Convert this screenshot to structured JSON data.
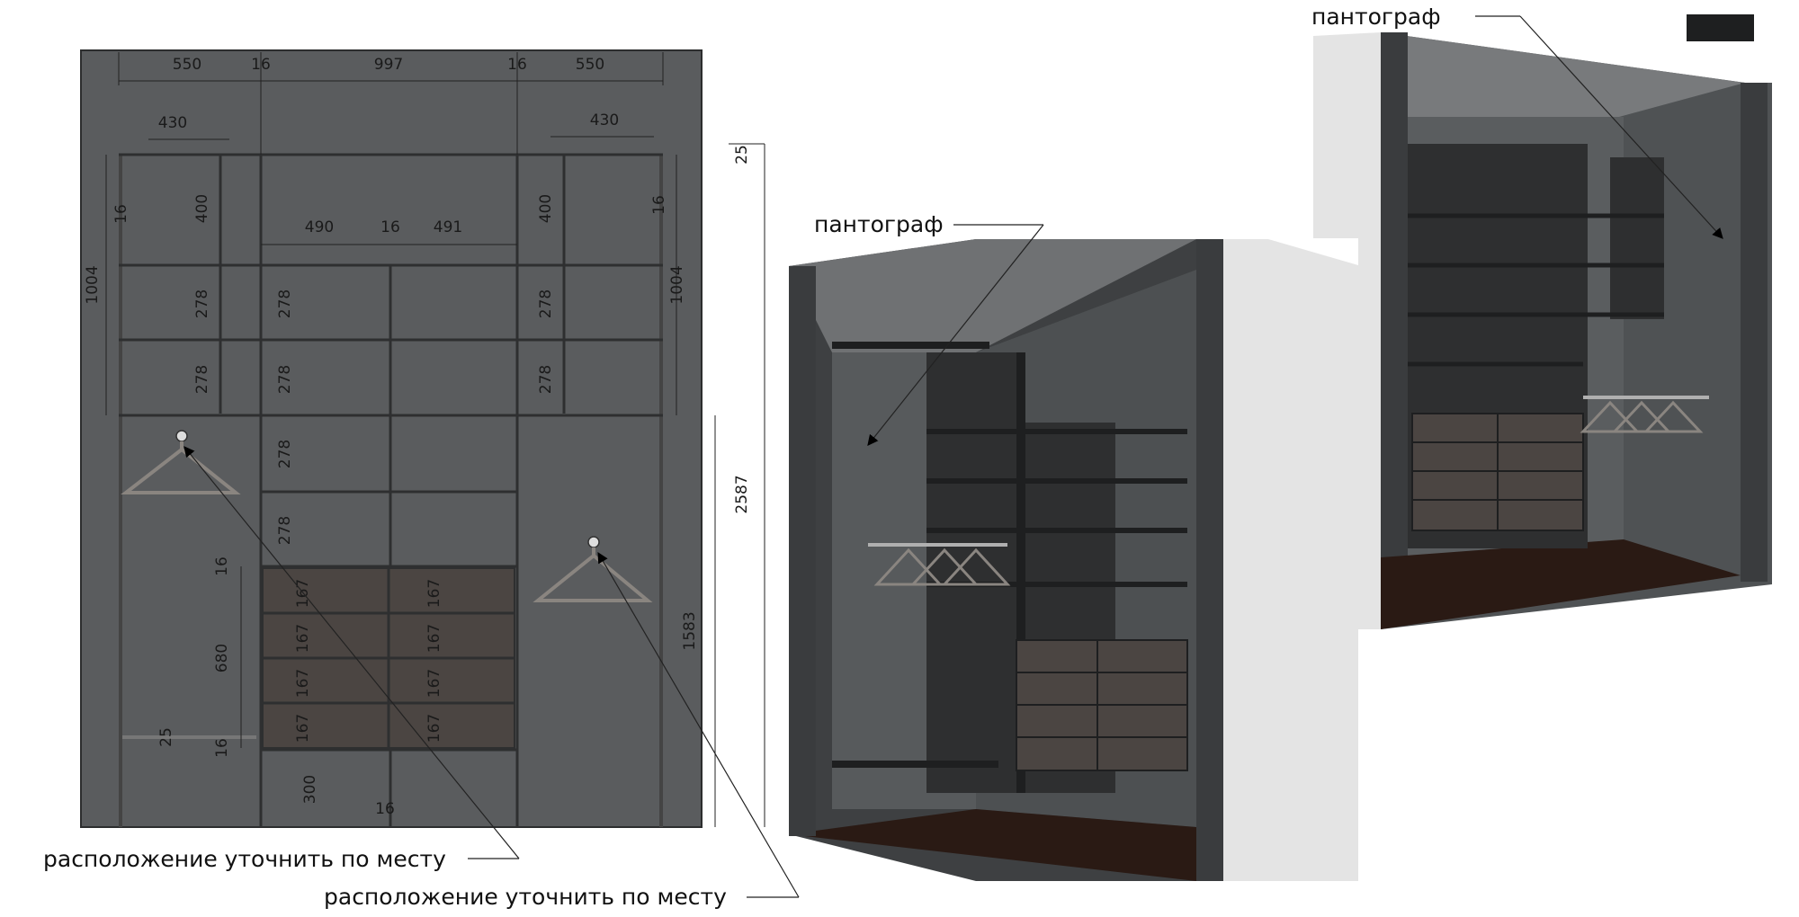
{
  "colors": {
    "panel": "#5a5c5e",
    "panel_dark": "#2e2f30",
    "drawer": "#4b4542",
    "floor": "#2a1a14",
    "wall_light": "#e4e4e4",
    "wall_dark": "#3e4042",
    "text": "#111111"
  },
  "drawing": {
    "top_widths": [
      "550",
      "16",
      "997",
      "16",
      "550"
    ],
    "left_shelf_depth": "430",
    "right_shelf_depth": "430",
    "inner_widths": [
      "490",
      "16",
      "491"
    ],
    "left_height": "1004",
    "right_height": "1004",
    "top_gap": "25",
    "total_height": "2587",
    "hang_height": "1583",
    "box_heights": [
      "400",
      "278",
      "278"
    ],
    "center_box_heights": [
      "278",
      "278",
      "278",
      "278"
    ],
    "shelf_thickness": "16",
    "drawer_heights": [
      "167",
      "167",
      "167",
      "167"
    ],
    "drawer_block": "680",
    "bottom_rail": "25",
    "plinth": "300",
    "plinth_gap": "16"
  },
  "annotations": {
    "pantograph_1": "пантограф",
    "pantograph_2": "пантограф",
    "location_1": "расположение уточнить по месту",
    "location_2": "расположение уточнить по месту"
  }
}
